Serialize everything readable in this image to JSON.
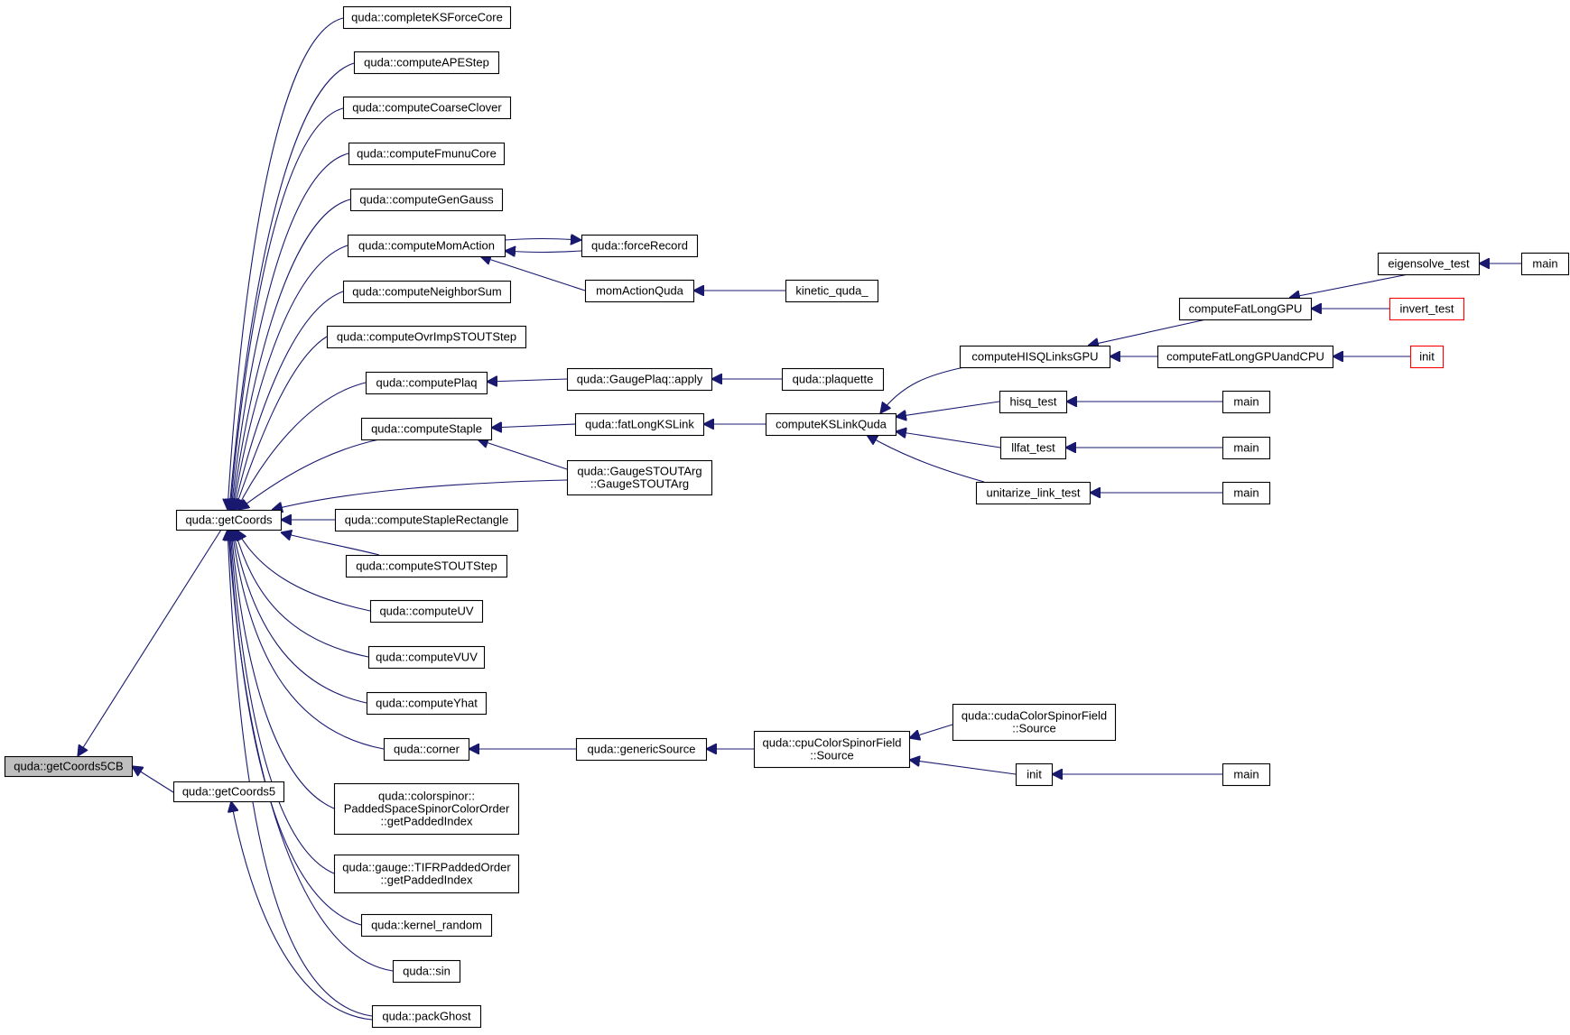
{
  "diagram": {
    "type": "call-graph",
    "colors": {
      "edge": "#191970",
      "root_fill": "#bfbfbf",
      "border": "#000000",
      "truncated_border": "#ff0000"
    },
    "nodes": [
      {
        "id": "getCoords5CB",
        "lines": [
          "quda::getCoords5CB"
        ],
        "root": true
      },
      {
        "id": "getCoords",
        "lines": [
          "quda::getCoords"
        ]
      },
      {
        "id": "getCoords5",
        "lines": [
          "quda::getCoords5"
        ]
      },
      {
        "id": "completeKSForceCore",
        "lines": [
          "quda::completeKSForceCore"
        ]
      },
      {
        "id": "computeAPEStep",
        "lines": [
          "quda::computeAPEStep"
        ]
      },
      {
        "id": "computeCoarseClover",
        "lines": [
          "quda::computeCoarseClover"
        ]
      },
      {
        "id": "computeFmunuCore",
        "lines": [
          "quda::computeFmunuCore"
        ]
      },
      {
        "id": "computeGenGauss",
        "lines": [
          "quda::computeGenGauss"
        ]
      },
      {
        "id": "computeMomAction",
        "lines": [
          "quda::computeMomAction"
        ]
      },
      {
        "id": "computeNeighborSum",
        "lines": [
          "quda::computeNeighborSum"
        ]
      },
      {
        "id": "computeOvrImpSTOUTStep",
        "lines": [
          "quda::computeOvrImpSTOUTStep"
        ]
      },
      {
        "id": "computePlaq",
        "lines": [
          "quda::computePlaq"
        ]
      },
      {
        "id": "computeStaple",
        "lines": [
          "quda::computeStaple"
        ]
      },
      {
        "id": "computeStapleRectangle",
        "lines": [
          "quda::computeStapleRectangle"
        ]
      },
      {
        "id": "computeSTOUTStep",
        "lines": [
          "quda::computeSTOUTStep"
        ]
      },
      {
        "id": "computeUV",
        "lines": [
          "quda::computeUV"
        ]
      },
      {
        "id": "computeVUV",
        "lines": [
          "quda::computeVUV"
        ]
      },
      {
        "id": "computeYhat",
        "lines": [
          "quda::computeYhat"
        ]
      },
      {
        "id": "corner",
        "lines": [
          "quda::corner"
        ]
      },
      {
        "id": "getPaddedIndexCS",
        "lines": [
          "quda::colorspinor::",
          "PaddedSpaceSpinorColorOrder",
          "::getPaddedIndex"
        ]
      },
      {
        "id": "getPaddedIndexTIFR",
        "lines": [
          "quda::gauge::TIFRPaddedOrder",
          "::getPaddedIndex"
        ]
      },
      {
        "id": "kernel_random",
        "lines": [
          "quda::kernel_random"
        ]
      },
      {
        "id": "sin",
        "lines": [
          "quda::sin"
        ]
      },
      {
        "id": "packGhost",
        "lines": [
          "quda::packGhost"
        ]
      },
      {
        "id": "forceRecord",
        "lines": [
          "quda::forceRecord"
        ]
      },
      {
        "id": "momActionQuda",
        "lines": [
          "momActionQuda"
        ]
      },
      {
        "id": "kinetic_quda_",
        "lines": [
          "kinetic_quda_"
        ]
      },
      {
        "id": "GaugePlaqApply",
        "lines": [
          "quda::GaugePlaq::apply"
        ]
      },
      {
        "id": "plaquette",
        "lines": [
          "quda::plaquette"
        ]
      },
      {
        "id": "fatLongKSLink",
        "lines": [
          "quda::fatLongKSLink"
        ]
      },
      {
        "id": "GaugeSTOUTArg",
        "lines": [
          "quda::GaugeSTOUTArg",
          "::GaugeSTOUTArg"
        ]
      },
      {
        "id": "computeKSLinkQuda",
        "lines": [
          "computeKSLinkQuda"
        ]
      },
      {
        "id": "computeHISQLinksGPU",
        "lines": [
          "computeHISQLinksGPU"
        ]
      },
      {
        "id": "hisq_test",
        "lines": [
          "hisq_test"
        ]
      },
      {
        "id": "llfat_test",
        "lines": [
          "llfat_test"
        ]
      },
      {
        "id": "unitarize_link_test",
        "lines": [
          "unitarize_link_test"
        ]
      },
      {
        "id": "computeFatLongGPU",
        "lines": [
          "computeFatLongGPU"
        ]
      },
      {
        "id": "computeFatLongGPUandCPU",
        "lines": [
          "computeFatLongGPUandCPU"
        ]
      },
      {
        "id": "eigensolve_test",
        "lines": [
          "eigensolve_test"
        ]
      },
      {
        "id": "main_eig",
        "lines": [
          "main"
        ]
      },
      {
        "id": "invert_test",
        "lines": [
          "invert_test"
        ],
        "truncated": true
      },
      {
        "id": "init_red",
        "lines": [
          "init"
        ],
        "truncated": true
      },
      {
        "id": "main_hisq",
        "lines": [
          "main"
        ]
      },
      {
        "id": "main_llfat",
        "lines": [
          "main"
        ]
      },
      {
        "id": "main_unitarize",
        "lines": [
          "main"
        ]
      },
      {
        "id": "genericSource",
        "lines": [
          "quda::genericSource"
        ]
      },
      {
        "id": "cpuSource",
        "lines": [
          "quda::cpuColorSpinorField",
          "::Source"
        ]
      },
      {
        "id": "cudaSource",
        "lines": [
          "quda::cudaColorSpinorField",
          "::Source"
        ]
      },
      {
        "id": "init_cs",
        "lines": [
          "init"
        ]
      },
      {
        "id": "main_init",
        "lines": [
          "main"
        ]
      }
    ],
    "edges": [
      {
        "from": "getCoords5CB",
        "to": "getCoords"
      },
      {
        "from": "getCoords5CB",
        "to": "getCoords5"
      },
      {
        "from": "getCoords",
        "to": "completeKSForceCore"
      },
      {
        "from": "getCoords",
        "to": "computeAPEStep"
      },
      {
        "from": "getCoords",
        "to": "computeCoarseClover"
      },
      {
        "from": "getCoords",
        "to": "computeFmunuCore"
      },
      {
        "from": "getCoords",
        "to": "computeGenGauss"
      },
      {
        "from": "getCoords",
        "to": "computeMomAction"
      },
      {
        "from": "getCoords",
        "to": "computeNeighborSum"
      },
      {
        "from": "getCoords",
        "to": "computeOvrImpSTOUTStep"
      },
      {
        "from": "getCoords",
        "to": "computePlaq"
      },
      {
        "from": "getCoords",
        "to": "computeStaple"
      },
      {
        "from": "getCoords",
        "to": "GaugeSTOUTArg"
      },
      {
        "from": "getCoords",
        "to": "computeStapleRectangle"
      },
      {
        "from": "getCoords",
        "to": "computeSTOUTStep"
      },
      {
        "from": "getCoords",
        "to": "computeUV"
      },
      {
        "from": "getCoords",
        "to": "computeVUV"
      },
      {
        "from": "getCoords",
        "to": "computeYhat"
      },
      {
        "from": "getCoords",
        "to": "corner"
      },
      {
        "from": "getCoords",
        "to": "getPaddedIndexCS"
      },
      {
        "from": "getCoords",
        "to": "getPaddedIndexTIFR"
      },
      {
        "from": "getCoords",
        "to": "kernel_random"
      },
      {
        "from": "getCoords",
        "to": "sin"
      },
      {
        "from": "getCoords",
        "to": "packGhost"
      },
      {
        "from": "getCoords5",
        "to": "packGhost"
      },
      {
        "from": "computeMomAction",
        "to": "forceRecord"
      },
      {
        "from": "forceRecord",
        "to": "computeMomAction"
      },
      {
        "from": "computeMomAction",
        "to": "momActionQuda"
      },
      {
        "from": "momActionQuda",
        "to": "kinetic_quda_"
      },
      {
        "from": "computePlaq",
        "to": "GaugePlaqApply"
      },
      {
        "from": "GaugePlaqApply",
        "to": "plaquette"
      },
      {
        "from": "computeStaple",
        "to": "fatLongKSLink"
      },
      {
        "from": "computeStaple",
        "to": "GaugeSTOUTArg"
      },
      {
        "from": "fatLongKSLink",
        "to": "computeKSLinkQuda"
      },
      {
        "from": "computeKSLinkQuda",
        "to": "computeHISQLinksGPU"
      },
      {
        "from": "computeKSLinkQuda",
        "to": "hisq_test"
      },
      {
        "from": "computeKSLinkQuda",
        "to": "llfat_test"
      },
      {
        "from": "computeKSLinkQuda",
        "to": "unitarize_link_test"
      },
      {
        "from": "computeHISQLinksGPU",
        "to": "computeFatLongGPU"
      },
      {
        "from": "computeHISQLinksGPU",
        "to": "computeFatLongGPUandCPU"
      },
      {
        "from": "computeFatLongGPU",
        "to": "eigensolve_test"
      },
      {
        "from": "computeFatLongGPU",
        "to": "invert_test"
      },
      {
        "from": "eigensolve_test",
        "to": "main_eig"
      },
      {
        "from": "computeFatLongGPUandCPU",
        "to": "init_red"
      },
      {
        "from": "hisq_test",
        "to": "main_hisq"
      },
      {
        "from": "llfat_test",
        "to": "main_llfat"
      },
      {
        "from": "unitarize_link_test",
        "to": "main_unitarize"
      },
      {
        "from": "corner",
        "to": "genericSource"
      },
      {
        "from": "genericSource",
        "to": "cpuSource"
      },
      {
        "from": "cpuSource",
        "to": "cudaSource"
      },
      {
        "from": "cpuSource",
        "to": "init_cs"
      },
      {
        "from": "init_cs",
        "to": "main_init"
      }
    ]
  }
}
